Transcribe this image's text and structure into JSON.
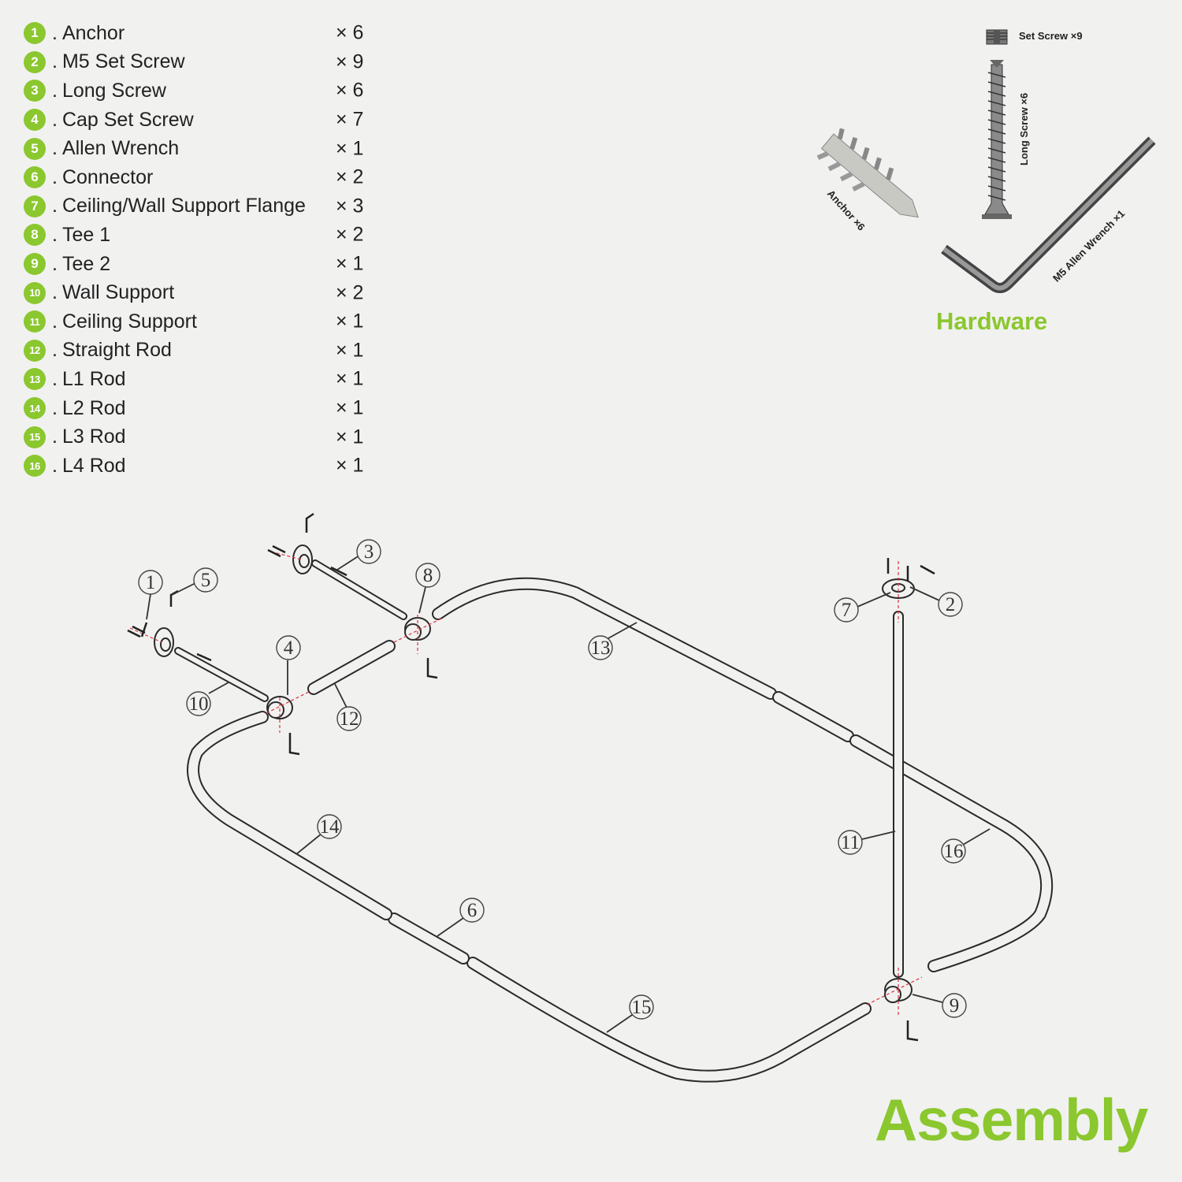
{
  "parts": [
    {
      "num": "1",
      "name": "Anchor",
      "qty": "× 6"
    },
    {
      "num": "2",
      "name": "M5 Set Screw",
      "qty": "× 9"
    },
    {
      "num": "3",
      "name": "Long Screw",
      "qty": "× 6"
    },
    {
      "num": "4",
      "name": "Cap Set Screw",
      "qty": "× 7"
    },
    {
      "num": "5",
      "name": "Allen Wrench",
      "qty": "× 1"
    },
    {
      "num": "6",
      "name": "Connector",
      "qty": "× 2"
    },
    {
      "num": "7",
      "name": "Ceiling/Wall Support Flange",
      "qty": "× 3"
    },
    {
      "num": "8",
      "name": "Tee 1",
      "qty": "× 2"
    },
    {
      "num": "9",
      "name": "Tee 2",
      "qty": "× 1"
    },
    {
      "num": "10",
      "name": "Wall Support",
      "qty": "× 2"
    },
    {
      "num": "11",
      "name": "Ceiling Support",
      "qty": "× 1"
    },
    {
      "num": "12",
      "name": "Straight Rod",
      "qty": "× 1"
    },
    {
      "num": "13",
      "name": "L1 Rod",
      "qty": "× 1"
    },
    {
      "num": "14",
      "name": "L2 Rod",
      "qty": "× 1"
    },
    {
      "num": "15",
      "name": "L3 Rod",
      "qty": "× 1"
    },
    {
      "num": "16",
      "name": "L4 Rod",
      "qty": "× 1"
    }
  ],
  "hardware": {
    "title": "Hardware",
    "set_screw_label": "Set Screw ×9",
    "long_screw_label": "Long Screw ×6",
    "anchor_label": "Anchor ×6",
    "allen_wrench_label": "M5 Allen Wrench ×1"
  },
  "assembly": {
    "title": "Assembly",
    "callouts": [
      "1",
      "2",
      "3",
      "4",
      "5",
      "6",
      "7",
      "8",
      "9",
      "10",
      "11",
      "12",
      "13",
      "14",
      "15",
      "16"
    ]
  },
  "colors": {
    "accent": "#8bc72e",
    "background": "#f1f1f0",
    "line": "#2a2a2a",
    "dash": "#d9363e"
  },
  "icons": [
    "set-screw-icon",
    "long-screw-icon",
    "anchor-icon",
    "allen-wrench-icon"
  ]
}
